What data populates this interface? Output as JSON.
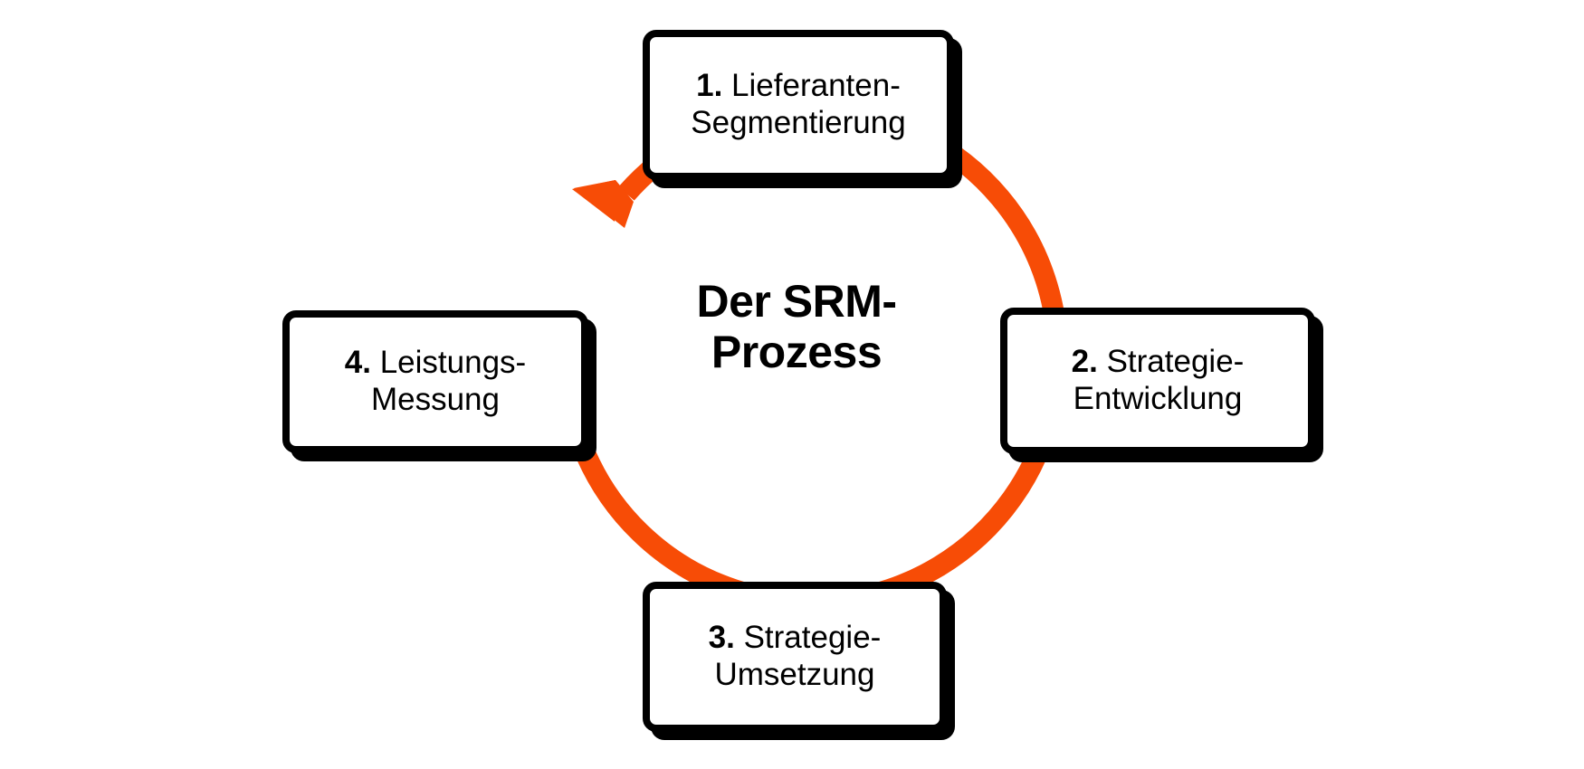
{
  "diagram": {
    "title": "Der SRM-",
    "title_line2": "Prozess",
    "accent_color": "#F74C06",
    "outline_color": "#000000",
    "background_color": "#FFFFFF",
    "flow_direction": "clockwise",
    "arrow_icon": "arrow-head-up-right"
  },
  "steps": [
    {
      "number": "1.",
      "line1": " Lieferanten-",
      "line2": "Segmentierung",
      "position": "top"
    },
    {
      "number": "2.",
      "line1": " Strategie-",
      "line2": "Entwicklung",
      "position": "right"
    },
    {
      "number": "3.",
      "line1": " Strategie-",
      "line2": "Umsetzung",
      "position": "bottom"
    },
    {
      "number": "4.",
      "line1": " Leistungs-",
      "line2": "Messung",
      "position": "left"
    }
  ]
}
